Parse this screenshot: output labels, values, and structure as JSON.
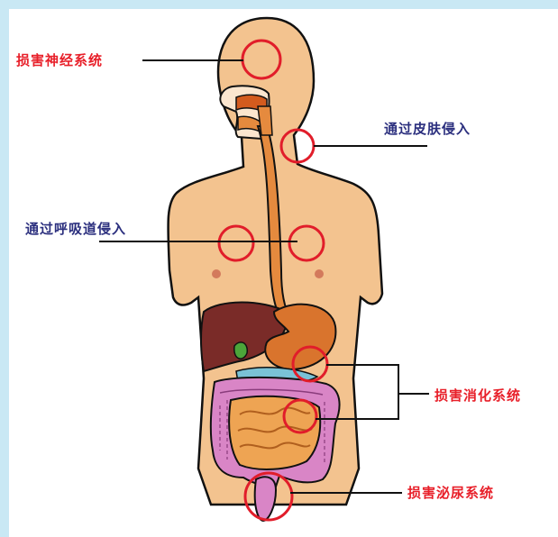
{
  "labels": {
    "nervous": "损害神经系统",
    "skin": "通过皮肤侵入",
    "respiratory": "通过呼吸道侵入",
    "digestive": "损害消化系统",
    "urinary": "损害泌尿系统"
  },
  "colors": {
    "damage_label": "#e8202a",
    "entry_label": "#2b2f7e",
    "circle": "#e11d2a",
    "skin": "#f3c38f",
    "outline": "#111111"
  }
}
